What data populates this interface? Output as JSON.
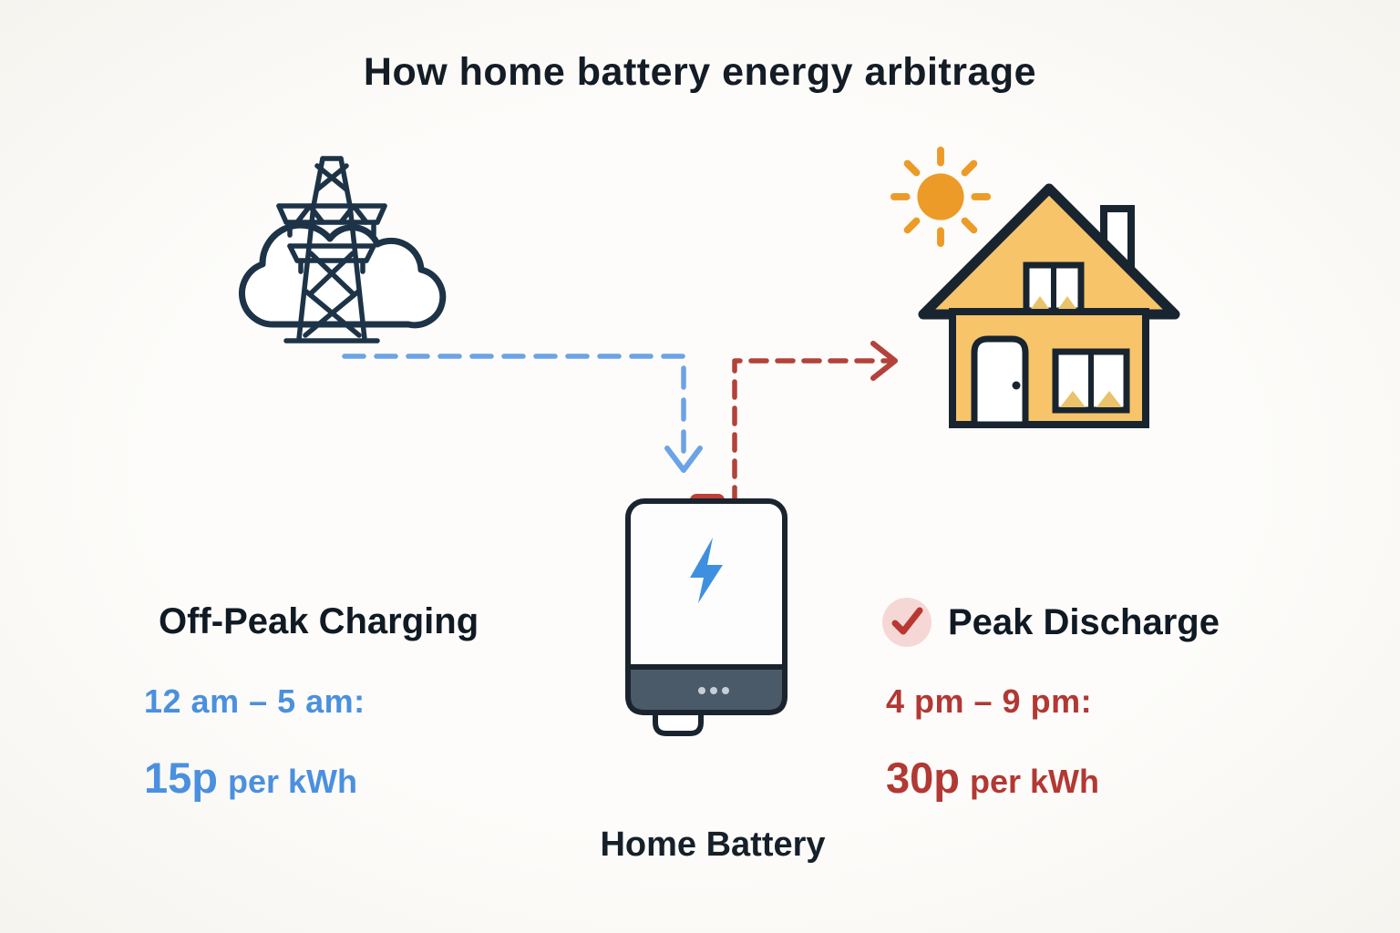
{
  "title": "How home battery energy arbitrage",
  "off_peak": {
    "heading": "Off-Peak Charging",
    "time_range": "12 am – 5 am:",
    "price_value": "15p",
    "price_unit": "per kWh",
    "accent_color": "#4b90de"
  },
  "peak": {
    "heading": "Peak Discharge",
    "time_range": "4 pm – 9 pm:",
    "price_value": "30p",
    "price_unit": "per kWh",
    "accent_color": "#b23833",
    "check_icon": "checkmark-icon"
  },
  "battery": {
    "label": "Home Battery",
    "icon": "home-battery-icon",
    "bolt_icon": "lightning-bolt-icon",
    "base_color": "#4b5a69",
    "bolt_color": "#3f8fe0"
  },
  "icons": {
    "grid": "power-grid-pylon-cloud-icon",
    "sun": "sun-icon",
    "house": "house-icon"
  },
  "flows": {
    "charge_arrow": {
      "name": "blue-dashed-arrow",
      "color": "#6ba3e6"
    },
    "discharge_arrow": {
      "name": "red-dashed-arrow",
      "color": "#b2423a"
    }
  },
  "colors": {
    "background": "#fcfbf8",
    "text_dark": "#141c26",
    "house_fill": "#f7c469",
    "sun": "#ec9b28",
    "outline_navy": "#1d3347"
  }
}
